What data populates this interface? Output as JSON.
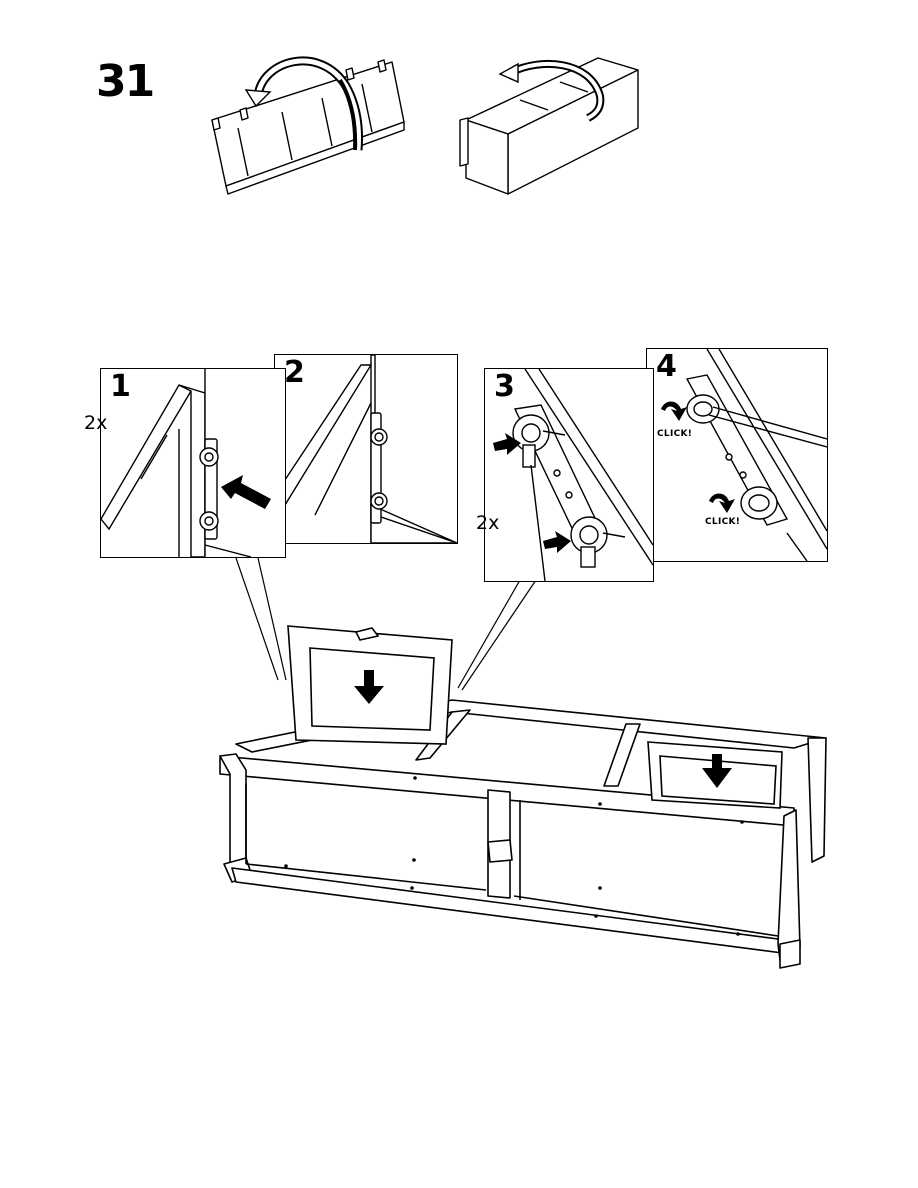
{
  "step": {
    "number": "31"
  },
  "detail_panels": [
    {
      "label": "1",
      "multiplier": "2x"
    },
    {
      "label": "2"
    },
    {
      "label": "3",
      "multiplier": "2x"
    },
    {
      "label": "4",
      "click_labels": [
        "CLICK!",
        "CLICK!"
      ]
    }
  ]
}
